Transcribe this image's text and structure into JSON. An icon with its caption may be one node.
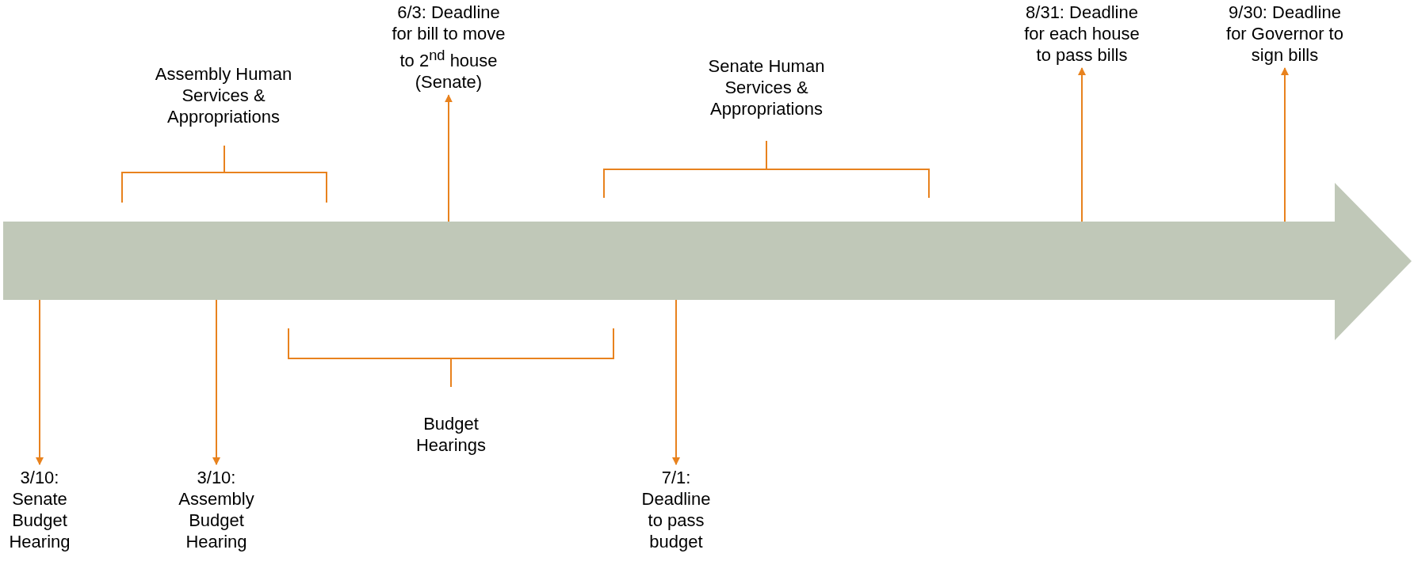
{
  "diagram": {
    "nodes": [
      {
        "text": [],
        "shape": "arrow"
      },
      {
        "text": [
          "3/10: Senate Budget Hearing"
        ]
      },
      {
        "text": [
          "3/10: Assembly Budget Hearing"
        ]
      },
      {
        "text": [
          "6/3: Deadline for bill to move to 2$^{nd}$ house (Senate)"
        ]
      },
      {
        "text": [
          "7/1: Deadline to pass budget"
        ]
      },
      {
        "text": [
          "8/31: Deadline for each house to pass bills"
        ]
      },
      {
        "text": [
          "9/30: Deadline for Governor to sign bills"
        ]
      }
    ],
    "edges": [
      {
        "from": 0,
        "to": 1,
        "arrow": "to"
      },
      {
        "from": 0,
        "to": 2,
        "arrow": "to"
      },
      {
        "from": 0,
        "to": 3,
        "arrow": "to"
      },
      {
        "from": 0,
        "to": 4,
        "arrow": "to"
      },
      {
        "from": 0,
        "to": 5,
        "arrow": "to"
      },
      {
        "from": 0,
        "to": 6,
        "arrow": "to"
      }
    ],
    "labels": [
      "Assembly Human Services & Appropriations",
      "Senate Human Services & Appropriations",
      "Budget Hearings"
    ]
  }
}
